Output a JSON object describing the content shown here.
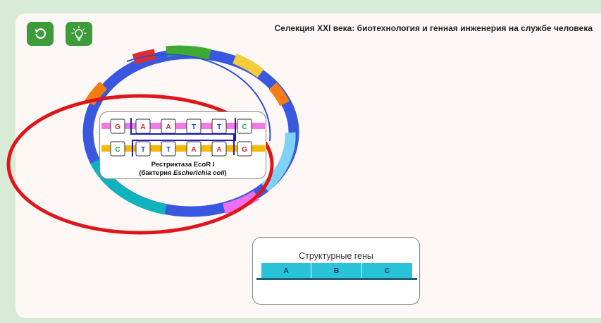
{
  "header": {
    "title": "Селекция XXI века: биотехнология и генная инженерия на службе человека",
    "reset_icon": "reset-icon",
    "hint_icon": "lightbulb-icon"
  },
  "colors": {
    "accent": "#3d9b3a",
    "highlight_circle": "#e0151b",
    "gene_bar": "#29c4d9",
    "strand_top": "#f27ae6",
    "strand_bottom": "#f6b800"
  },
  "plasmid": {
    "top_strand": [
      "G",
      "A",
      "A",
      "T",
      "T",
      "C"
    ],
    "bottom_strand": [
      "C",
      "T",
      "T",
      "A",
      "A",
      "G"
    ],
    "caption_line1": "Рестриктаза EcoR I",
    "caption_line2_prefix": "(бактерия ",
    "caption_line2_italic": "Escherichia coli",
    "caption_line2_suffix": ")"
  },
  "genes_panel": {
    "title": "Структурные гены",
    "genes": [
      "A",
      "B",
      "C"
    ]
  }
}
